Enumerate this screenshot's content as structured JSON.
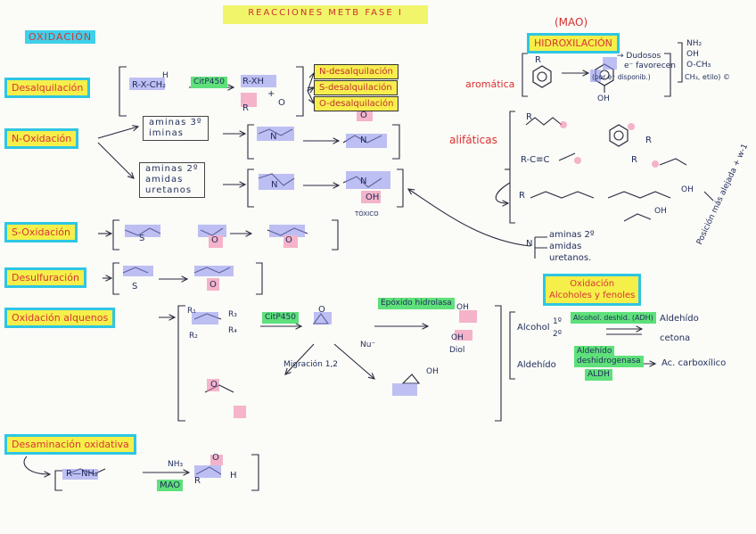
{
  "title": "REACCIONES METB FASE I",
  "oxidacion_label": "OXIDACIÓN",
  "mao_top": "(MAO)",
  "hidroxilacion": {
    "header": "HIDROXILACIÓN",
    "r_label": "R",
    "oh_label": "OH",
    "note_line1": "→ Dudosos",
    "note_line2": "e⁻ favorecen",
    "note_line3": "(por e⁻ disponib.)",
    "subst_1": "NH₂",
    "subst_2": "OH",
    "subst_3": "O-CH₃",
    "subst_4": "CH₃, etilo) ©",
    "aromatica": "aromática",
    "alifaticas": "alifáticas",
    "alkyne": "R-C≡C",
    "r1": "R",
    "r2": "R",
    "r3": "R",
    "r4": "R",
    "oh_chain": "OH",
    "oh_chain2": "OH",
    "side_note": "Posición más alejada + w-1",
    "amine_list_1": "aminas 2º",
    "amine_list_2": "amidas",
    "amine_list_3": "uretanos.",
    "n_label": "N"
  },
  "desalquilacion": {
    "header": "Desalquilación",
    "substrate": "R-X-CH₂",
    "h_label": "H",
    "enzyme": "CitP450",
    "product": "R-XH",
    "plus": "+",
    "aldehyde": "O",
    "r_ald": "R",
    "products": [
      "N-desalquilación",
      "S-desalquilación",
      "O-desalquilación"
    ]
  },
  "n_oxidacion": {
    "header": "N-Oxidación",
    "box1": [
      "aminas 3º",
      "iminas"
    ],
    "box2": [
      "aminas 2º",
      "amidas",
      "uretanos"
    ],
    "oh_label": "OH",
    "toxic": "TÓXICO",
    "o_label": "O",
    "n_label": "N"
  },
  "s_oxidacion": {
    "header": "S-Oxidación",
    "s_label": "S",
    "o_label": "O"
  },
  "desulfuracion": {
    "header": "Desulfuración",
    "s_label": "S",
    "o_label": "O"
  },
  "alquenos": {
    "header": "Oxidación alquenos",
    "r1": "R₁",
    "r2": "R₂",
    "r3": "R₃",
    "r4": "R₄",
    "enzyme": "CitP450",
    "epoxide_enzyme": "Epóxido hidrolasa",
    "diol": "Diol",
    "migracion": "Migración 1,2",
    "nu": "Nu⁻",
    "o_label": "O",
    "oh_label": "OH"
  },
  "alcoholes": {
    "header_line1": "Oxidación",
    "header_line2": "Alcoholes y fenoles",
    "alcohol": "Alcohol",
    "first": "1º",
    "second": "2º",
    "enzyme_adh": "Alcohol. deshid. (ADH)",
    "aldehido_product": "Aldehído",
    "cetona": "cetona",
    "aldehido": "Aldehído",
    "enzyme_aldh_line1": "Aldehído",
    "enzyme_aldh_line2": "deshidrogenasa",
    "aldh": "ALDH",
    "acid": "Ac. carboxílico"
  },
  "desaminacion": {
    "header": "Desaminación oxidativa",
    "substrate": "R—NH₂",
    "nh3": "NH₃",
    "mao": "MAO",
    "o_label": "O",
    "h_label": "H",
    "r_label": "R"
  },
  "colors": {
    "accent_yellow": "#f5ef4a",
    "accent_cyan": "#2ec6e3",
    "highlight_blue": "#8c8ff0",
    "highlight_pink": "#f07aa5",
    "highlight_green": "#5ee07a",
    "ink": "#1f2c5a",
    "red_ink": "#d83535"
  }
}
